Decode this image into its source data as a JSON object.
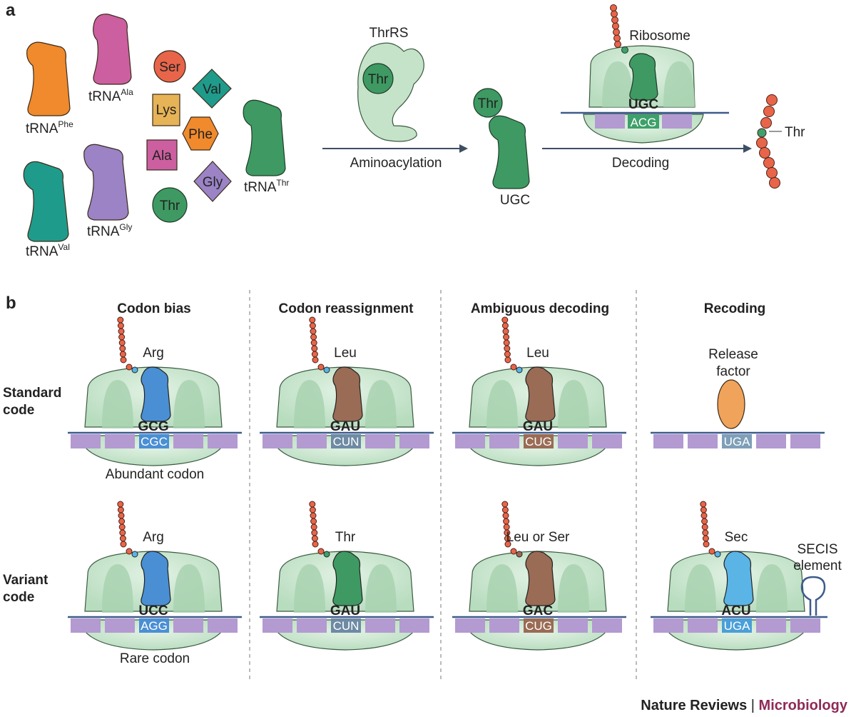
{
  "panel_a": {
    "label": "a",
    "trnas": [
      {
        "base": "tRNA",
        "sup": "Phe",
        "color": "#f08a2c"
      },
      {
        "base": "tRNA",
        "sup": "Ala",
        "color": "#cc5fa0"
      },
      {
        "base": "tRNA",
        "sup": "Val",
        "color": "#1f9b8b"
      },
      {
        "base": "tRNA",
        "sup": "Gly",
        "color": "#9b83c6"
      },
      {
        "base": "tRNA",
        "sup": "Thr",
        "color": "#3e9a62"
      }
    ],
    "amino_acids": [
      "Ser",
      "Val",
      "Lys",
      "Phe",
      "Ala",
      "Gly",
      "Thr"
    ],
    "enzyme": "ThrRS",
    "enzyme_bound": "Thr",
    "step1": "Aminoacylation",
    "charged_aa": "Thr",
    "charged_anticodon": "UGC",
    "ribosome": "Ribosome",
    "ribo_anticodon": "UGC",
    "ribo_codon": "ACG",
    "step2": "Decoding",
    "chain_label": "Thr"
  },
  "panel_b": {
    "label": "b",
    "columns": [
      "Codon bias",
      "Codon reassignment",
      "Ambiguous decoding",
      "Recoding"
    ],
    "rows": [
      "Standard\ncode",
      "Variant\ncode"
    ],
    "standard": [
      {
        "aa": "Arg",
        "anticodon": "GCG",
        "codon": "CGC",
        "caption": "Abundant codon"
      },
      {
        "aa": "Leu",
        "anticodon": "GAU",
        "codon": "CUN"
      },
      {
        "aa": "Leu",
        "anticodon": "GAU",
        "codon": "CUG"
      },
      {
        "aa": "Release\nfactor",
        "codon": "UGA"
      }
    ],
    "variant": [
      {
        "aa": "Arg",
        "anticodon": "UCC",
        "codon": "AGG",
        "caption": "Rare codon"
      },
      {
        "aa": "Thr",
        "anticodon": "GAU",
        "codon": "CUN"
      },
      {
        "aa": "Leu or Ser",
        "anticodon": "GAC",
        "codon": "CUG"
      },
      {
        "aa": "Sec",
        "anticodon": "ACU",
        "codon": "UGA",
        "extra": "SECIS\nelement"
      }
    ]
  },
  "colors": {
    "ribosome": "#c5e3c9",
    "ribosome_dark": "#a8d2b0",
    "mrna_line": "#3d5b8c",
    "mrna_block": "#b39ad1",
    "chain_bead": "#e8654a",
    "blue_trna": "#4a8fd4",
    "brown_trna": "#9a6b55",
    "green_trna": "#3e9a62",
    "release_factor": "#f0a35a",
    "sec_trna": "#5ab4e6"
  },
  "journal": {
    "name": "Nature Reviews",
    "separator": "|",
    "subject": "Microbiology"
  }
}
